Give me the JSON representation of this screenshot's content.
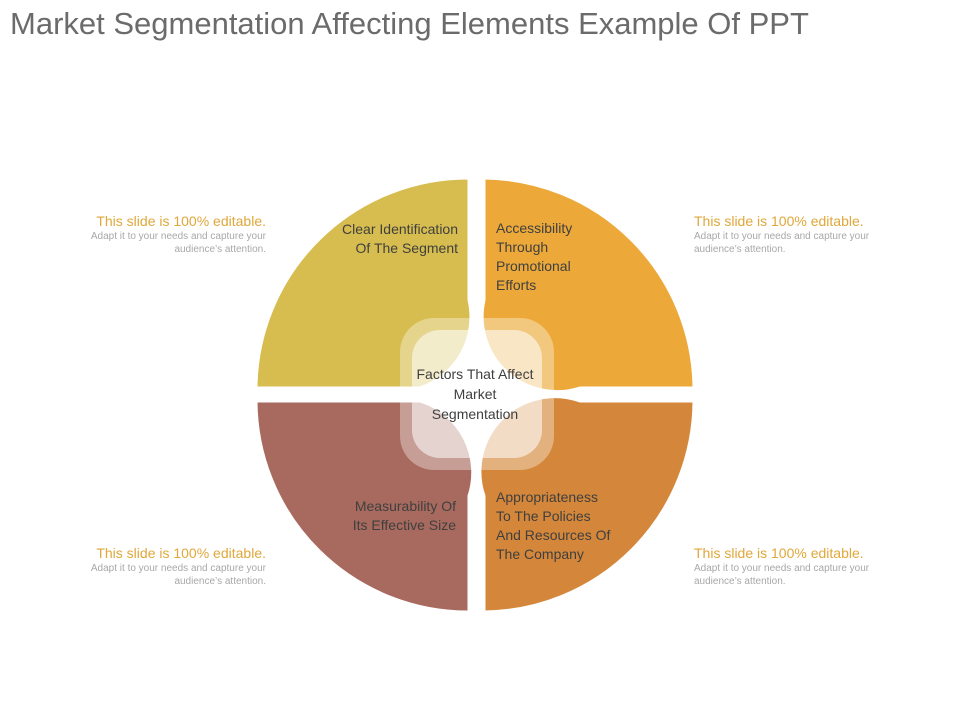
{
  "title": "Market Segmentation Affecting Elements Example Of PPT",
  "center": {
    "label": "Factors That Affect Market Segmentation"
  },
  "segments": [
    {
      "label": "Clear Identification Of The Segment",
      "color": "#d7bd4f"
    },
    {
      "label": "Accessibility Through Promotional Efforts",
      "color": "#eca93a"
    },
    {
      "label": "Measurability Of Its Effective Size",
      "color": "#a86a5e"
    },
    {
      "label": "Appropriateness To The Policies And Resources Of The Company",
      "color": "#d4873a"
    }
  ],
  "notes": [
    {
      "heading": "This slide is 100% editable.",
      "body": "Adapt it to your needs and capture your audience’s attention."
    },
    {
      "heading": "This slide is 100% editable.",
      "body": "Adapt it to your needs and capture your audience’s attention."
    },
    {
      "heading": "This slide is 100% editable.",
      "body": "Adapt it to your needs and capture your audience’s attention."
    },
    {
      "heading": "This slide is 100% editable.",
      "body": "Adapt it to your needs and capture your audience’s attention."
    }
  ]
}
